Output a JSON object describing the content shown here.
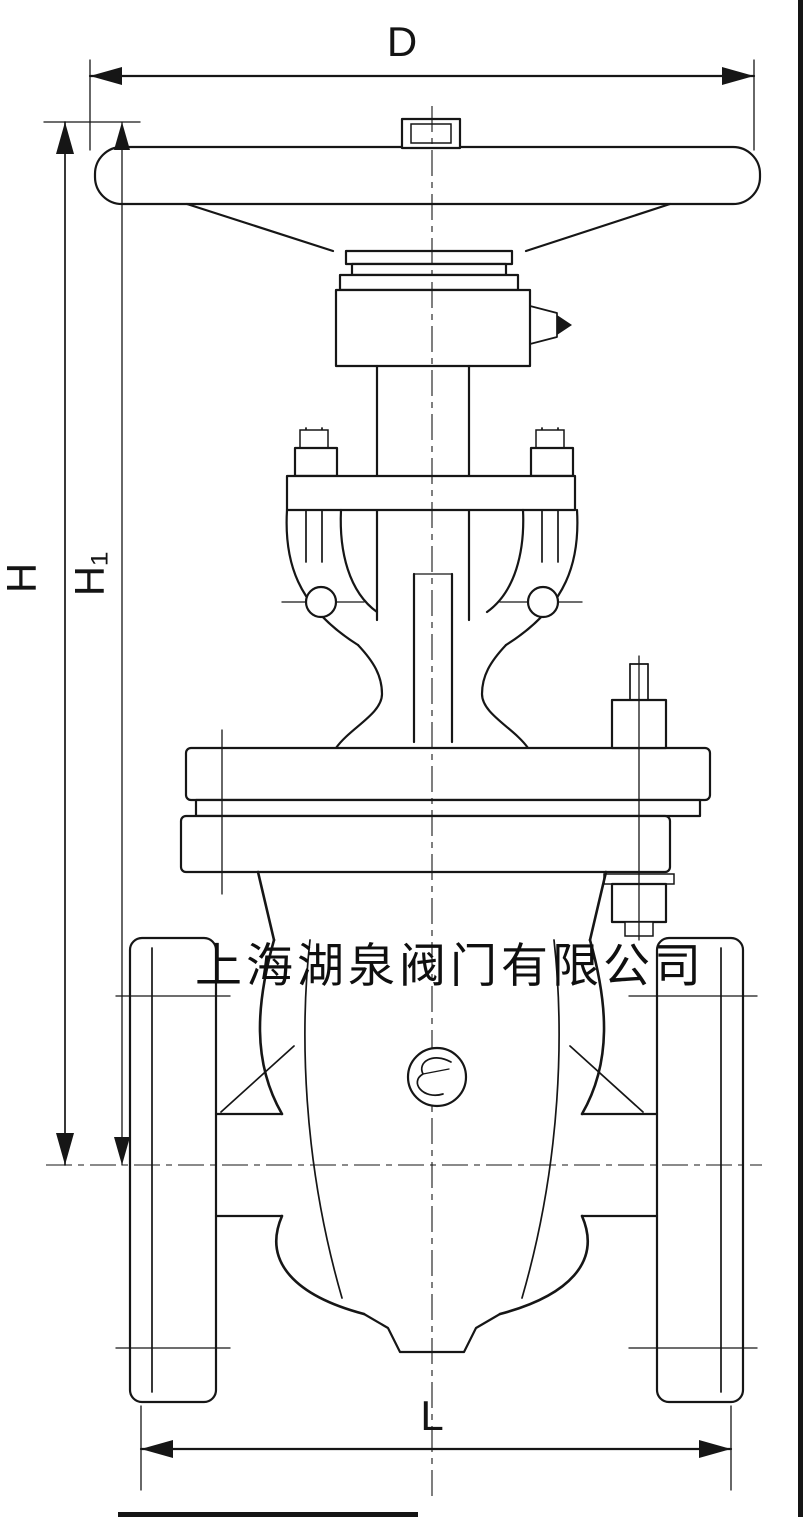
{
  "colors": {
    "background": "#ffffff",
    "line": "#161616"
  },
  "labels": {
    "dim_diameter": "D",
    "dim_height": "H",
    "dim_height_open": "H₁",
    "dim_length": "L"
  },
  "watermark": {
    "company_name": "上海湖泉阀门有限公司"
  }
}
